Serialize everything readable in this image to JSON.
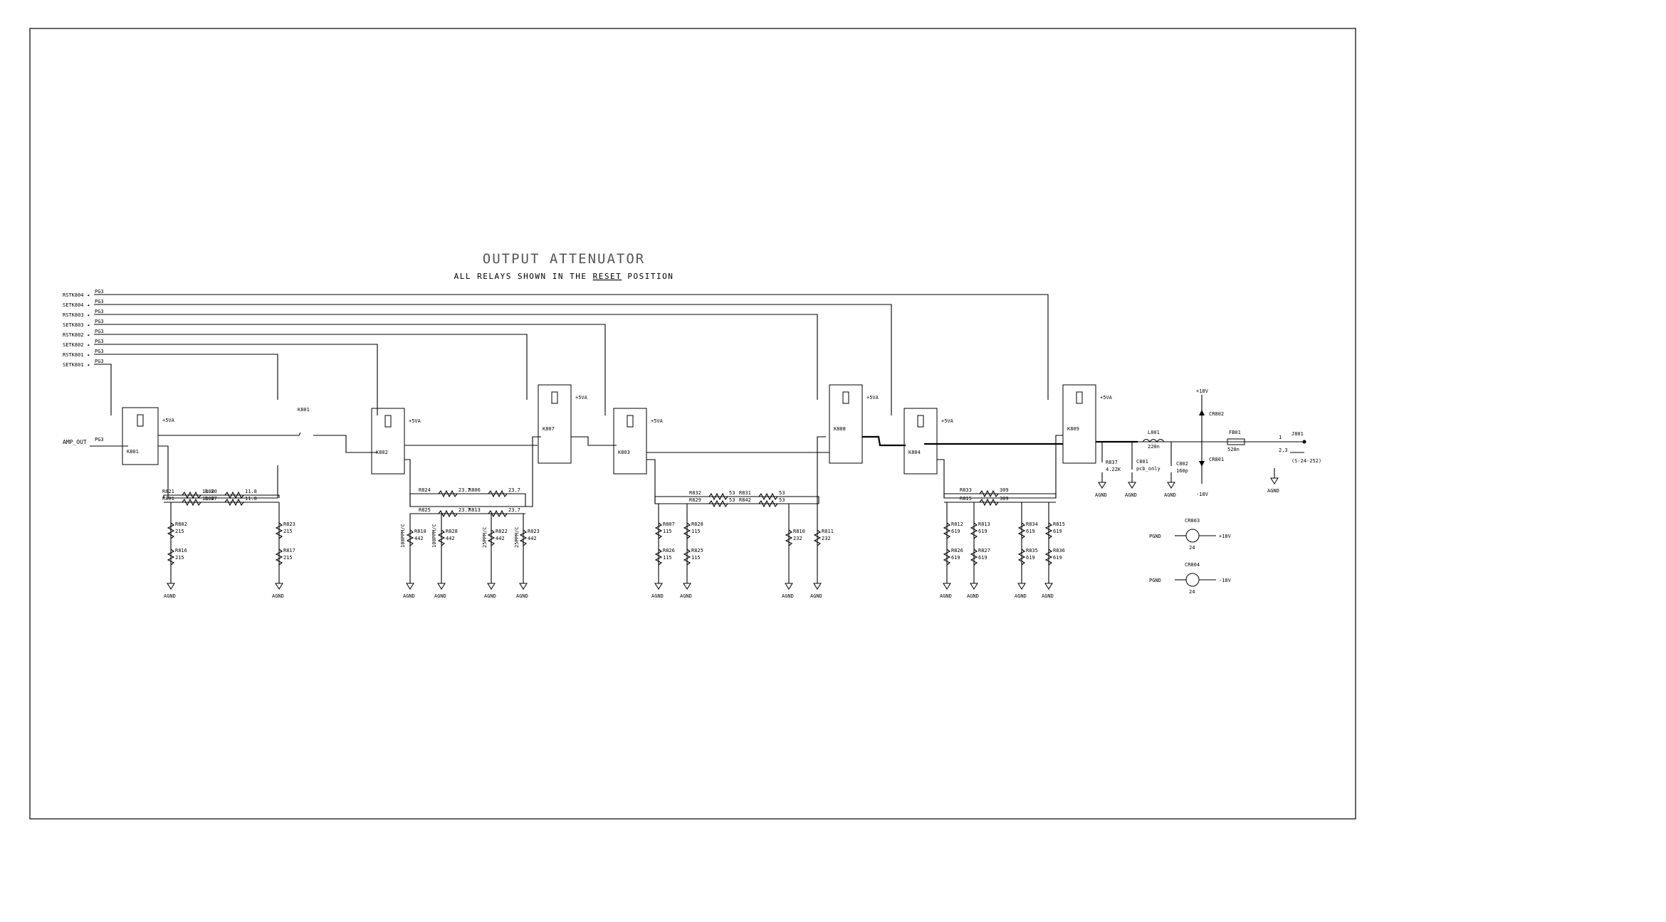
{
  "title": "OUTPUT ATTENUATOR",
  "subtitle_prefix": "ALL RELAYS SHOWN IN THE ",
  "subtitle_emph": "RESET",
  "subtitle_suffix": " POSITION",
  "control_nets": [
    "RSTK804",
    "SETK804",
    "RSTK803",
    "SETK803",
    "RSTK802",
    "SETK802",
    "RSTK801",
    "SETK801"
  ],
  "control_page_ref": "PG3",
  "input_net": "AMP_OUT",
  "power_label": "+5VA",
  "ground_label": "AGND",
  "pgnd_label": "PGND",
  "relays": [
    "K801",
    "K802",
    "K803",
    "K804",
    "K807",
    "K808",
    "K809"
  ],
  "resistors": [
    {
      "ref": "R821",
      "val": "11.8"
    },
    {
      "ref": "R820",
      "val": "11.8"
    },
    {
      "ref": "R801",
      "val": "11.8"
    },
    {
      "ref": "R827",
      "val": "11.8"
    },
    {
      "ref": "R802",
      "val": "215"
    },
    {
      "ref": "R816",
      "val": "215"
    },
    {
      "ref": "R823",
      "val": "215"
    },
    {
      "ref": "R817",
      "val": "215"
    },
    {
      "ref": "R824",
      "val": "23.7"
    },
    {
      "ref": "R806",
      "val": "23.7"
    },
    {
      "ref": "R825",
      "val": "23.7"
    },
    {
      "ref": "R813",
      "val": "23.7"
    },
    {
      "ref": "R818",
      "val": "442"
    },
    {
      "ref": "R828",
      "val": "442"
    },
    {
      "ref": "R822",
      "val": "442"
    },
    {
      "ref": "R823",
      "val": "442"
    },
    {
      "ref": "R832",
      "val": "53"
    },
    {
      "ref": "R831",
      "val": "53"
    },
    {
      "ref": "R829",
      "val": "53"
    },
    {
      "ref": "R842",
      "val": "53"
    },
    {
      "ref": "R807",
      "val": "115"
    },
    {
      "ref": "R826",
      "val": "115"
    },
    {
      "ref": "R828",
      "val": "115"
    },
    {
      "ref": "R825",
      "val": "115"
    },
    {
      "ref": "R810",
      "val": "232"
    },
    {
      "ref": "R811",
      "val": "232"
    },
    {
      "ref": "R833",
      "val": "309"
    },
    {
      "ref": "R815",
      "val": "309"
    },
    {
      "ref": "R812",
      "val": "619"
    },
    {
      "ref": "R826",
      "val": "619"
    },
    {
      "ref": "R813",
      "val": "619"
    },
    {
      "ref": "R827",
      "val": "619"
    },
    {
      "ref": "R834",
      "val": "619"
    },
    {
      "ref": "R835",
      "val": "619"
    },
    {
      "ref": "R815",
      "val": "619"
    },
    {
      "ref": "R836",
      "val": "619"
    },
    {
      "ref": "R837",
      "val": "4.22K"
    }
  ],
  "resistor_notes": [
    "100PPM/C",
    "100PPM/C",
    "25PPM/C",
    "25PPM/C"
  ],
  "output_parts": {
    "cap1_ref": "C801",
    "cap1_val": "pcb_only",
    "ind_ref": "L801",
    "ind_val": "220n",
    "cap2_ref": "C802",
    "cap2_val": "160p",
    "diode_top": "CR802",
    "diode_bot": "CR801",
    "rail_pos": "+18V",
    "rail_neg": "-18V",
    "ferrite_ref": "FB01",
    "ferrite_val": "520n",
    "conn_ref": "J801",
    "conn_note": "(S-24-252)",
    "pin1": "1",
    "pin2": "2,3"
  },
  "zeners": [
    {
      "ref": "CR803",
      "val": "24",
      "rail": "+18V"
    },
    {
      "ref": "CR804",
      "val": "24",
      "rail": "-18V"
    }
  ]
}
